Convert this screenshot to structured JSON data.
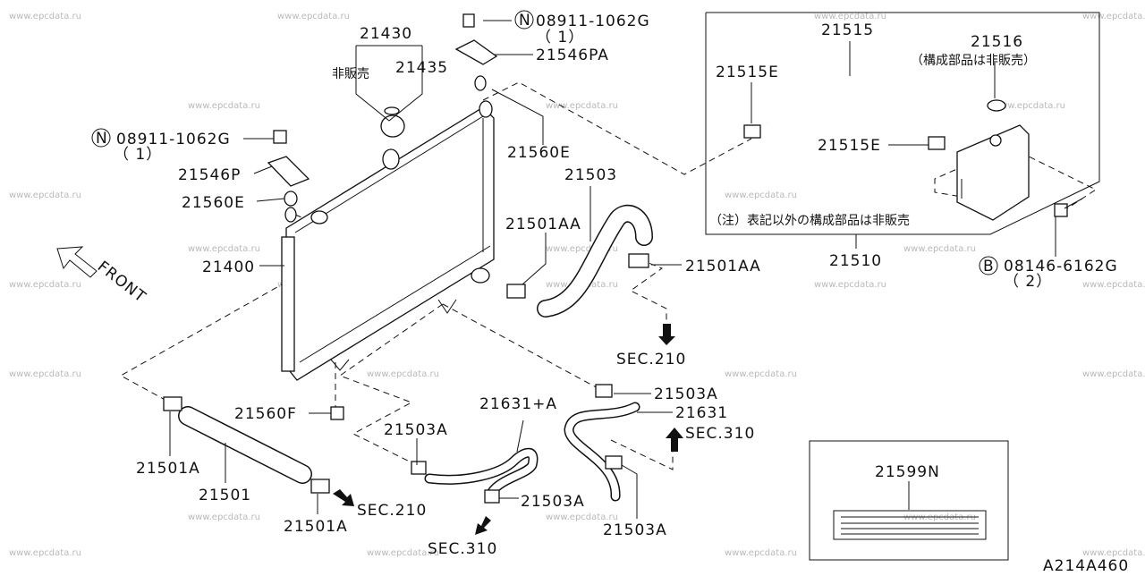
{
  "watermark": "www.epcdata.ru",
  "diagram_code": "A214A460",
  "front_label": "FRONT",
  "kit_note": "（注）表記以外の構成部品は非販売",
  "reservoir_note": "（構成部品は非販売）",
  "not_sold": "非販売",
  "labels": {
    "l_08911_top": "08911-1062G",
    "l_08911_top_qty": "（ 1）",
    "l_21546PA": "21546PA",
    "l_21430": "21430",
    "l_21435": "21435",
    "l_21515": "21515",
    "l_21516": "21516",
    "l_21515E_a": "21515E",
    "l_21515E_b": "21515E",
    "l_08911_left": "08911-1062G",
    "l_08911_left_qty": "（ 1）",
    "l_21546P": "21546P",
    "l_21560E_left": "21560E",
    "l_21560E_right": "21560E",
    "l_21503": "21503",
    "l_21501AA_a": "21501AA",
    "l_21501AA_b": "21501AA",
    "l_21400": "21400",
    "l_21510": "21510",
    "l_08146": "08146-6162G",
    "l_08146_qty": "（ 2）",
    "l_sec210_a": "SEC.210",
    "l_21503A_a": "21503A",
    "l_21631": "21631",
    "l_21631A": "21631+A",
    "l_sec310_a": "SEC.310",
    "l_21560F": "21560F",
    "l_21503A_b": "21503A",
    "l_21501A_a": "21501A",
    "l_21501": "21501",
    "l_21501A_b": "21501A",
    "l_sec210_b": "SEC.210",
    "l_21503A_c": "21503A",
    "l_21503A_d": "21503A",
    "l_sec310_b": "SEC.310",
    "l_21599N": "21599N"
  },
  "badges": {
    "n": "N",
    "b": "B"
  }
}
